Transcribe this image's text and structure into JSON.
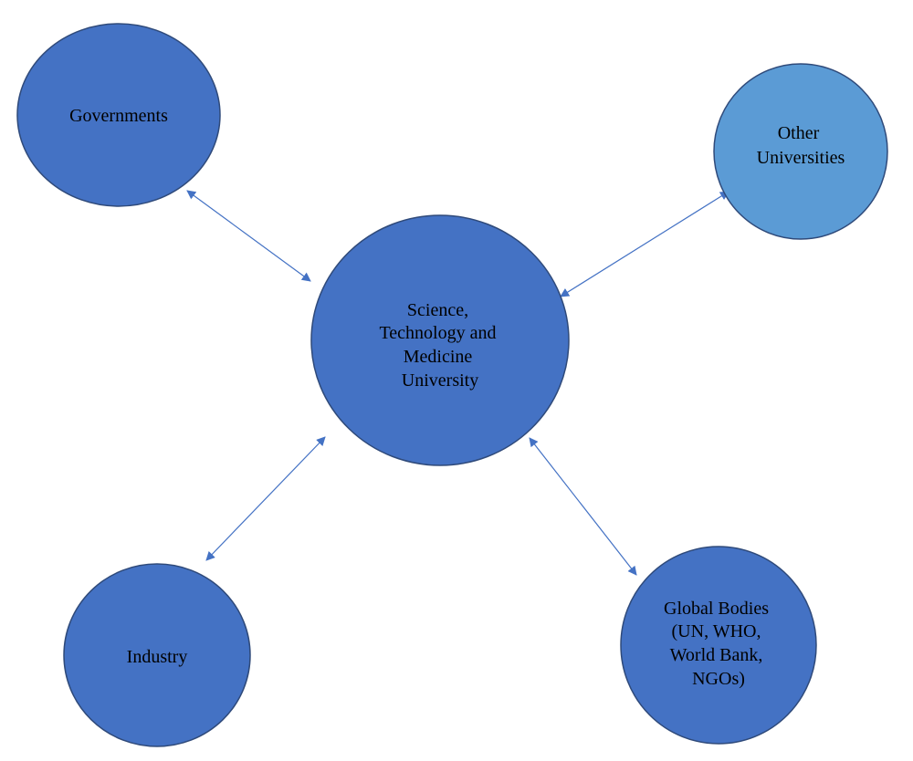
{
  "diagram": {
    "colors": {
      "node_fill": "#4472C4",
      "node_fill_light": "#5B9BD5",
      "node_stroke": "#2F4A7A",
      "connector": "#4472C4",
      "label": "#000000"
    },
    "center": {
      "lines": [
        "Science,",
        "Technology and",
        "Medicine",
        "University"
      ]
    },
    "governments": {
      "lines": [
        "Governments"
      ]
    },
    "other_universities": {
      "lines": [
        "Other",
        "Universities"
      ]
    },
    "industry": {
      "lines": [
        "Industry"
      ]
    },
    "global_bodies": {
      "lines": [
        "Global Bodies",
        "(UN, WHO,",
        "World Bank,",
        "NGOs)"
      ]
    },
    "connections": [
      {
        "from": "center",
        "to": "governments",
        "direction": "both"
      },
      {
        "from": "center",
        "to": "other_universities",
        "direction": "both"
      },
      {
        "from": "center",
        "to": "industry",
        "direction": "both"
      },
      {
        "from": "center",
        "to": "global_bodies",
        "direction": "both"
      }
    ]
  }
}
